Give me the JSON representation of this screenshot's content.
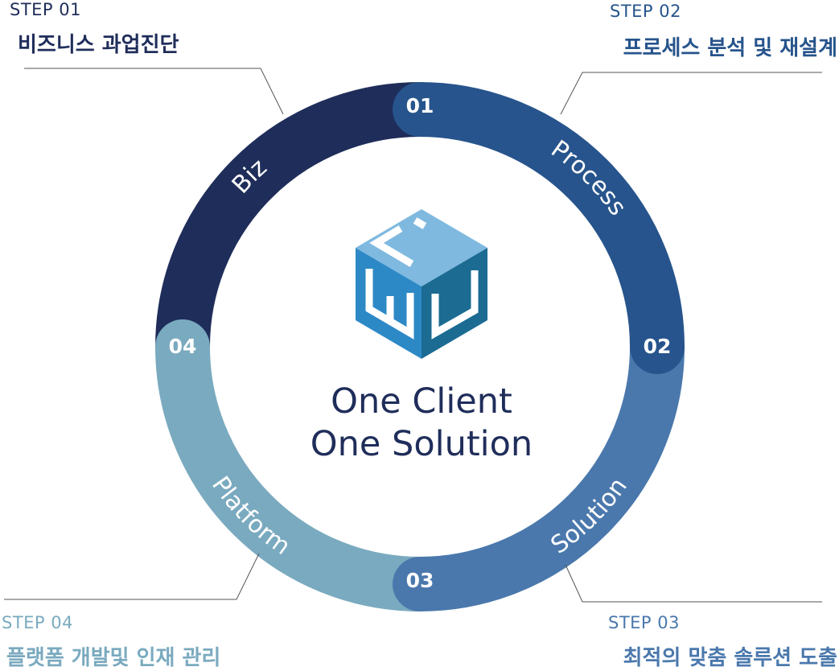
{
  "colors": {
    "biz": "#1f2d5a",
    "process": "#27548c",
    "solution": "#4a78ac",
    "platform": "#7aaabf",
    "cube_light": "#7fb9df",
    "cube_mid": "#2d89c6",
    "cube_dark": "#1b6b93",
    "center_text": "#1f2d5a"
  },
  "center": {
    "line1": "One Client",
    "line2": "One Solution"
  },
  "steps": [
    {
      "step": "STEP 01",
      "title": "비즈니스 과업진단",
      "segment": "Biz",
      "number": "01"
    },
    {
      "step": "STEP 02",
      "title": "프로세스 분석 및 재설계",
      "segment": "Process",
      "number": "02"
    },
    {
      "step": "STEP 03",
      "title": "최적의 맞춤 솔루션 도출",
      "segment": "Solution",
      "number": "03"
    },
    {
      "step": "STEP 04",
      "title": "플랫폼 개발및 인재 관리",
      "segment": "Platform",
      "number": "04"
    }
  ]
}
